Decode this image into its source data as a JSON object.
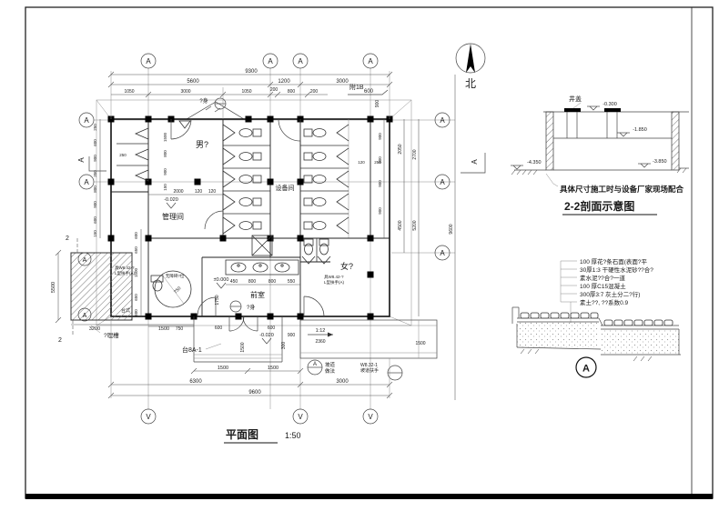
{
  "sheet": {
    "plan_title": "平面图",
    "plan_scale": "1:50"
  },
  "north": {
    "label": "北"
  },
  "grid": {
    "top": [
      "A",
      "A",
      "A",
      "A"
    ],
    "bottom": [
      "V",
      "V",
      "V"
    ],
    "left": [
      "A",
      "A"
    ],
    "right": [
      "A",
      "A",
      "A"
    ]
  },
  "section_markers": {
    "left": "A",
    "right": "A",
    "cut_number": "2"
  },
  "rooms": {
    "men": "男?",
    "equipment": "设备间",
    "management": "管理间",
    "ante": "前室",
    "women": "女?",
    "accessible": "无障碍?位",
    "septic": "?理槽",
    "counter": "台式",
    "platform": "台8A-1"
  },
  "dims": {
    "top_overall": "9300",
    "top_row2": [
      "5600",
      "1200",
      "3000"
    ],
    "top_row3": [
      "1050",
      "3000",
      "1050",
      "200",
      "800",
      "200"
    ],
    "annex_label": "附1B",
    "annex_value": "600",
    "top_right_v": "900",
    "left_col": [
      "250",
      "600",
      "900",
      "350",
      "800",
      "900",
      "600",
      "150"
    ],
    "left_inner": [
      "600",
      "650",
      "1500",
      "650",
      "600"
    ],
    "alcove": [
      "1500",
      "800",
      "900",
      "150"
    ],
    "alcove_w": "250",
    "mgmt": [
      "2000",
      "120",
      "120"
    ],
    "basin": [
      "450",
      "800",
      "800",
      "550"
    ],
    "ante_depth": "1750",
    "stall": [
      "900",
      "900",
      "900",
      "900"
    ],
    "right_upper": [
      "2050",
      "2700"
    ],
    "right_small": [
      "120",
      "250"
    ],
    "right_lower": [
      "4500",
      "5200",
      "9600"
    ],
    "septic_h": "5500",
    "septic_w": "3200",
    "septic_gap": "1500",
    "entry": [
      "750",
      "600",
      "600",
      "1500",
      "300"
    ],
    "entry_below": [
      "1500",
      "1500"
    ],
    "bottom_row2": [
      "6300",
      "3000"
    ],
    "bottom_overall": "9600",
    "ramp_w": "900",
    "ramp_len": "2360",
    "ramp_slope": "1:12",
    "ramp_end": "1500"
  },
  "elev": {
    "zero": "±0.000",
    "m1": "-0.020",
    "m2": "-0.020"
  },
  "callouts": {
    "c1_text": "?身",
    "c2_text": "?身",
    "ramp_a_line1": "坡道",
    "ramp_a_line2": "做法",
    "ramp_b_line1": "W8.32-1",
    "ramp_b_line2": "坡道扶手",
    "grab_m_line1": "具W8.42-?",
    "grab_m_line2": "L型扶手(A)",
    "grab_w_line1": "具W8.42-?",
    "grab_w_line2": "L型扶手(A)",
    "radius": "750"
  },
  "section22": {
    "cover_label": "井盖",
    "elev_top": "-0.300",
    "elev_mid": "-1.850",
    "elev_left": "-4.350",
    "elev_right": "-3.850",
    "note": "具体尺寸施工时与设备厂家现场配合",
    "title": "2-2剖面示意图"
  },
  "detailA": {
    "notes": [
      "100 厚花?条石面(表面?平",
      "30厚1:3 干硬性水泥砂??合?",
      "素水泥??合?一道",
      "100 厚C15混凝土",
      "300厚3:7 灰土分二?行)",
      "素土??, ??系数0.9"
    ],
    "bubble": "A"
  }
}
